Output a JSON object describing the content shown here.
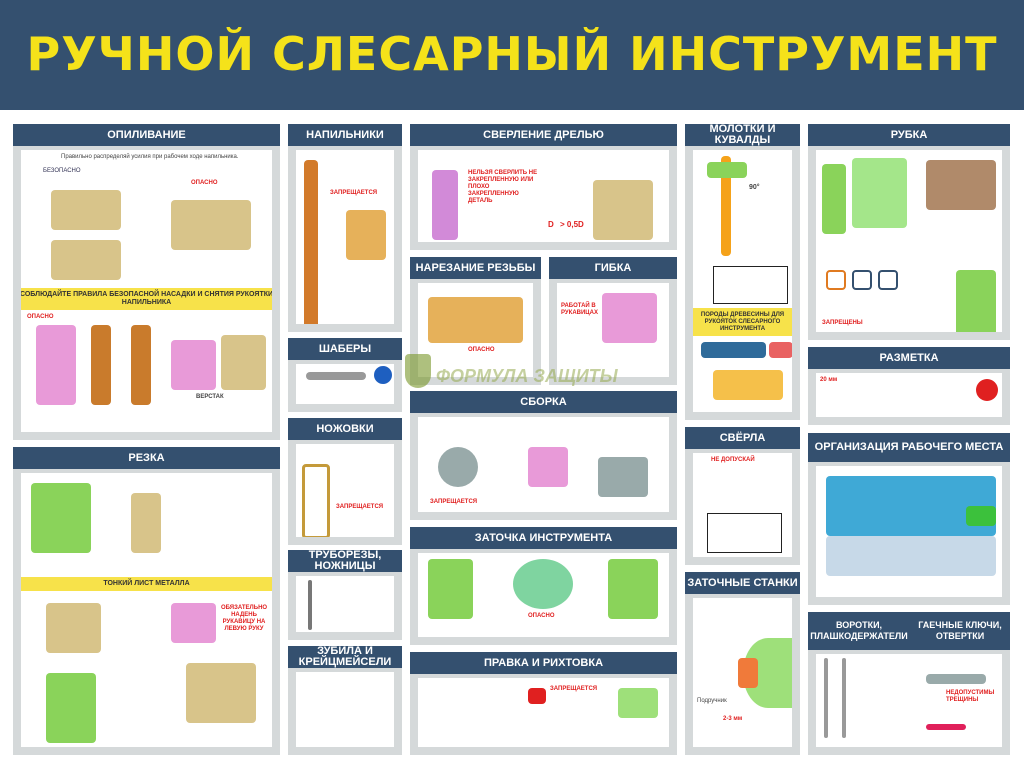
{
  "title": "РУЧНОЙ СЛЕСАРНЫЙ ИНСТРУМЕНТ",
  "watermark": "ФОРМУЛА ЗАЩИТЫ",
  "panels": {
    "opilivanie": "ОПИЛИВАНИЕ",
    "napilniki": "НАПИЛЬНИКИ",
    "sverlenie": "СВЕРЛЕНИЕ ДРЕЛЬЮ",
    "molotki": "МОЛОТКИ И КУВАЛДЫ",
    "rubka": "РУБКА",
    "shabery": "ШАБЕРЫ",
    "narezanie": "НАРЕЗАНИЕ РЕЗЬБЫ",
    "gibka": "ГИБКА",
    "razmetka": "РАЗМЕТКА",
    "sborka": "СБОРКА",
    "nozhovki": "НОЖОВКИ",
    "sverla": "СВЁРЛА",
    "organizaciya": "ОРГАНИЗАЦИЯ РАБОЧЕГО МЕСТА",
    "rezka": "РЕЗКА",
    "zatochka": "ЗАТОЧКА ИНСТРУМЕНТА",
    "truborezy": "ТРУБОРЕЗЫ, НОЖНИЦЫ",
    "zatochnye": "ЗАТОЧНЫЕ СТАНКИ",
    "zubila": "ЗУБИЛА И КРЕЙЦМЕЙСЕЛИ",
    "pravka": "ПРАВКА И РИХТОВКА",
    "vorotki": "ВОРОТКИ, ПЛАШКОДЕРЖАТЕЛИ",
    "klyuchi": "ГАЕЧНЫЕ КЛЮЧИ, ОТВЕРТКИ"
  },
  "strips": {
    "nasadka": "СОБЛЮДАЙТЕ ПРАВИЛА БЕЗОПАСНОЙ НАСАДКИ И СНЯТИЯ РУКОЯТКИ НАПИЛЬНИКА",
    "list": "ТОНКИЙ ЛИСТ МЕТАЛЛА",
    "porody": "ПОРОДЫ ДРЕВЕСИНЫ ДЛЯ РУКОЯТОК СЛЕСАРНОГО ИНСТРУМЕНТА"
  },
  "captions": {
    "opil_intro": "Правильно распределяй усилия при рабочем ходе напильника.",
    "safe": "БЕЗОПАСНО",
    "danger": "ОПАСНО",
    "forbidden": "ЗАПРЕЩАЕТСЯ",
    "drill_danger": "НЕЛЬЗЯ СВЕРЛИТЬ НЕ ЗАКРЕПЛЕННУЮ ИЛИ ПЛОХО ЗАКРЕПЛЕННУЮ ДЕТАЛЬ",
    "drill_d": "D",
    "drill_05": "> 0,5D",
    "glove_left": "ОБЯЗАТЕЛЬНО НАДЕНЬ РУКАВИЦУ НА ЛЕВУЮ РУКУ",
    "glove_work": "РАБОТАЙ В РУКАВИЦАХ",
    "angle": "90°",
    "mm20": "20 мм",
    "no_drill": "НЕ ДОПУСКАЙ",
    "podruchnik": "Подручник",
    "gap": "2-3 мм",
    "cracks": "НЕДОПУСТИМЫ ТРЕЩИНЫ",
    "forbidden_pl": "ЗАПРЕЩЕНЫ",
    "workbench": "ВЕРСТАК"
  },
  "colors": {
    "header": "#34506f",
    "title": "#f5e21a",
    "danger": "#e02020",
    "strip": "#f7e24a"
  }
}
